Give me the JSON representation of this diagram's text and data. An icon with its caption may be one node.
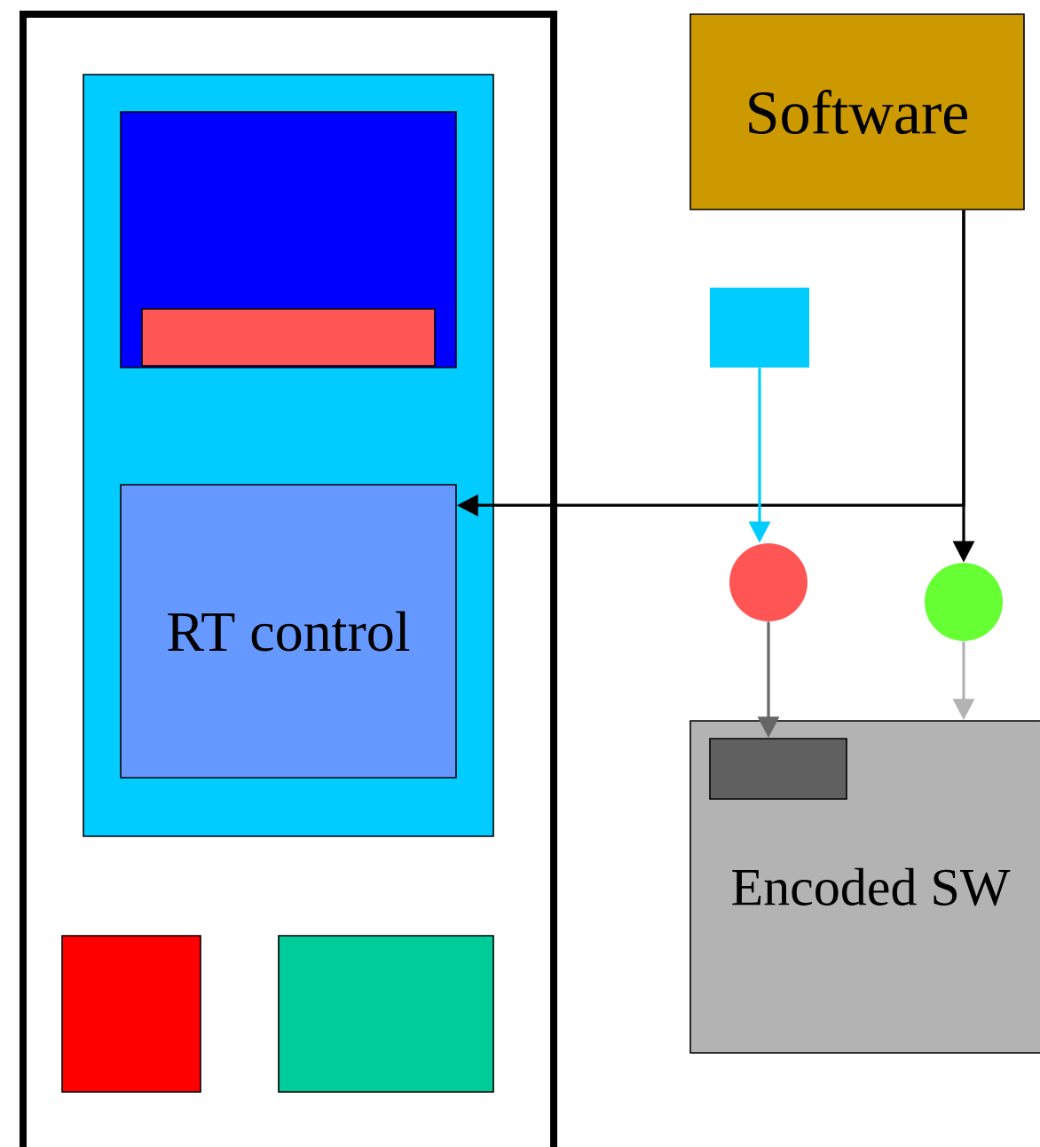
{
  "diagram": {
    "nodes": [
      {
        "text": [],
        "shape": "box"
      },
      {
        "text": [],
        "shape": "box",
        "in": 0
      },
      {
        "text": [],
        "shape": "box",
        "in": 1
      },
      {
        "text": [],
        "shape": "bar",
        "in": 2
      },
      {
        "text": [
          "RT control"
        ],
        "in": 1
      },
      {
        "text": [],
        "shape": "box",
        "in": 0
      },
      {
        "text": [],
        "shape": "box",
        "in": 0
      },
      {
        "text": [
          "Software"
        ]
      },
      {
        "text": [],
        "shape": "box"
      },
      {
        "text": [],
        "shape": "circle"
      },
      {
        "text": [],
        "shape": "circle"
      },
      {
        "text": [
          "Encoded SW"
        ]
      },
      {
        "text": [],
        "shape": "box",
        "in": 11
      }
    ],
    "edges": [
      {
        "from": 7,
        "to": 4,
        "arrow": "to"
      },
      {
        "from": 7,
        "to": 10,
        "arrow": "to"
      },
      {
        "from": 8,
        "to": 9,
        "arrow": "to",
        "color": "#00ccff"
      },
      {
        "from": 9,
        "to": 12,
        "arrow": "to",
        "color": "#666666"
      },
      {
        "from": 10,
        "to": 11,
        "arrow": "to",
        "color": "#b3b3b3"
      }
    ]
  }
}
